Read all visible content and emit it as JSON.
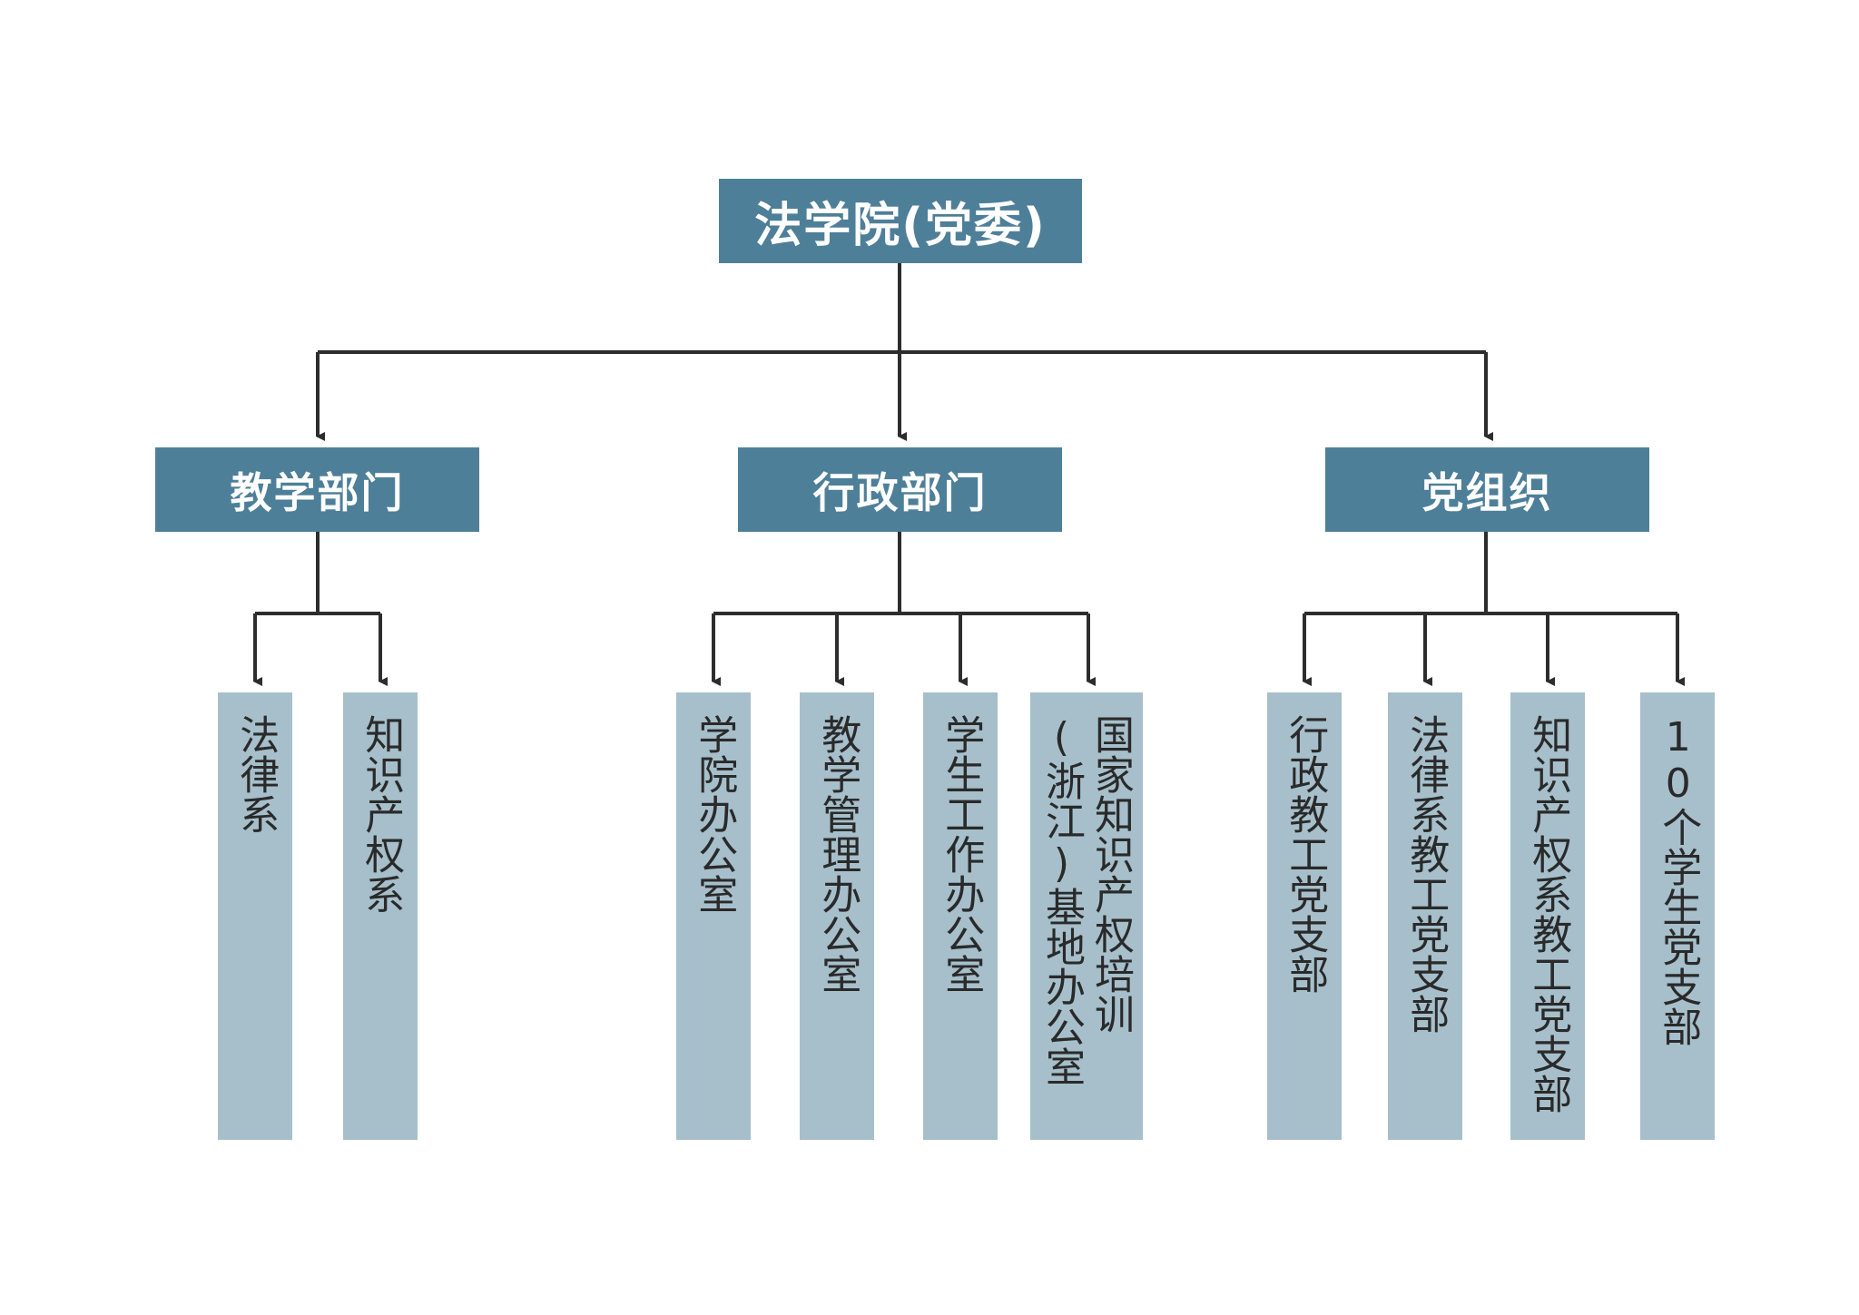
{
  "root": {
    "label": "法学院(党委)"
  },
  "departments": [
    {
      "label": "教学部门",
      "children": [
        "法律系",
        "知识产权系"
      ]
    },
    {
      "label": "行政部门",
      "children": [
        "学院办公室",
        "教学管理办公室",
        "学生工作办公室"
      ],
      "wide_child": {
        "line1": "国家知识产权培训",
        "line2": "(浙江)基地办公室"
      }
    },
    {
      "label": "党组织",
      "children": [
        "行政教工党支部",
        "法律系教工党支部",
        "知识产权系教工党支部",
        "10个学生党支部"
      ]
    }
  ],
  "colors": {
    "header_box": "#4e7f99",
    "leaf_box": "#a6bfcb",
    "connector": "#2d2d2d"
  }
}
